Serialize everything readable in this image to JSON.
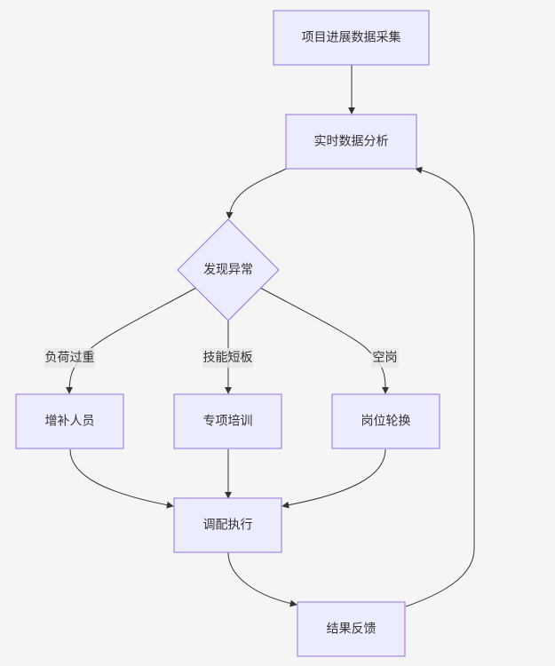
{
  "nodes": {
    "collect": "项目进展数据采集",
    "analyze": "实时数据分析",
    "anomaly": "发现异常",
    "add_staff": "增补人员",
    "training": "专项培训",
    "rotation": "岗位轮换",
    "execute": "调配执行",
    "feedback": "结果反馈"
  },
  "edge_labels": {
    "overload": "负荷过重",
    "skill_gap": "技能短板",
    "vacancy": "空岗"
  },
  "colors": {
    "background": "#f5f5f5",
    "node_fill": "#ececff",
    "node_stroke": "#9370db",
    "edge": "#333333",
    "label_bg": "#e8e8e8"
  }
}
